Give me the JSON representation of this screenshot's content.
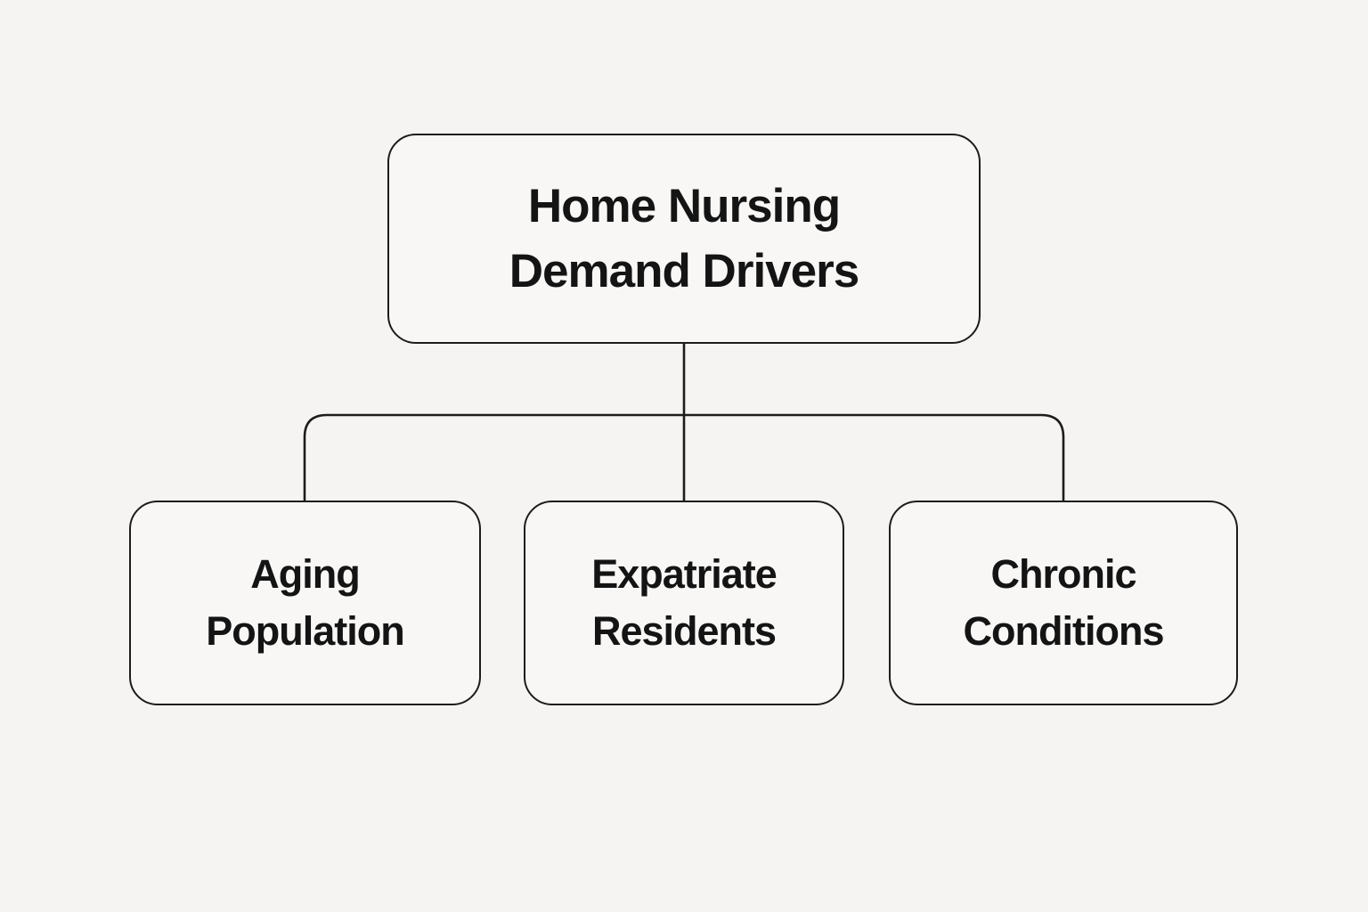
{
  "diagram": {
    "type": "flowchart",
    "title": "Home Nursing Demand Drivers",
    "colors": {
      "background": "#f5f4f2",
      "node_fill": "#f8f7f6",
      "node_border": "#1c1c1c",
      "connector": "#1c1c1c",
      "text": "#141414"
    },
    "root": {
      "label": "Home Nursing Demand Drivers",
      "lines": [
        "Home Nursing",
        "Demand Drivers"
      ]
    },
    "children": [
      {
        "label": "Aging Population",
        "lines": [
          "Aging",
          "Population"
        ]
      },
      {
        "label": "Expatriate Residents",
        "lines": [
          "Expatriate",
          "Residents"
        ]
      },
      {
        "label": "Chronic Conditions",
        "lines": [
          "Chronic",
          "Conditions"
        ]
      }
    ]
  }
}
